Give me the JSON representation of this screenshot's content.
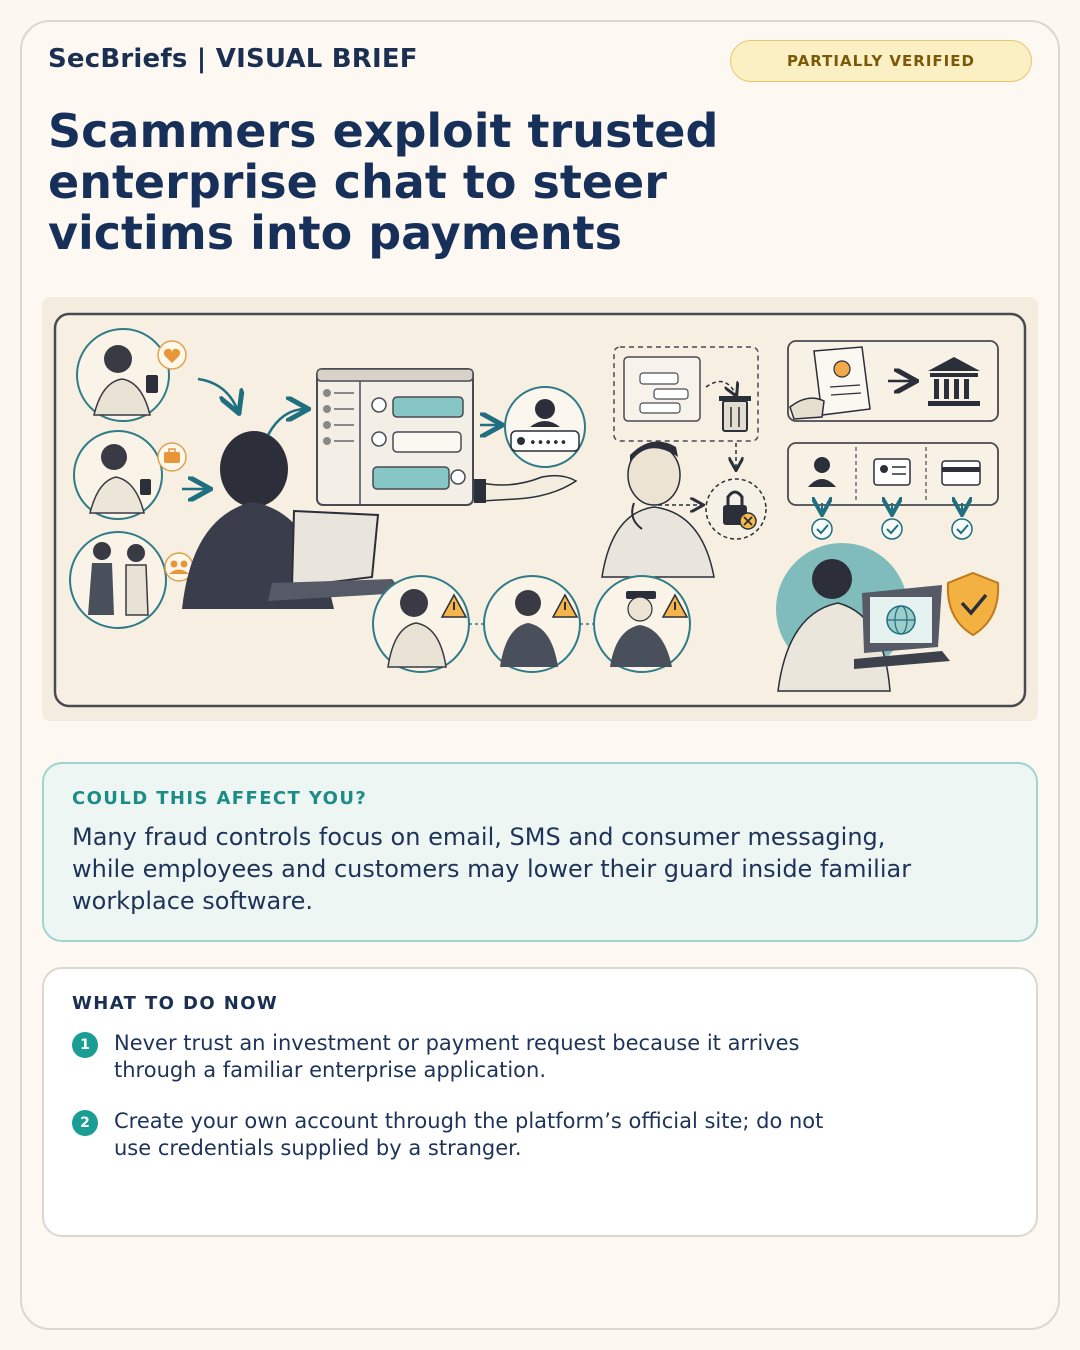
{
  "header": {
    "brand": "SecBriefs | VISUAL BRIEF",
    "status_badge": "PARTIALLY VERIFIED",
    "title": "Scammers exploit trusted enterprise chat to steer victims into payments"
  },
  "illustration": {
    "password_mask": "•••••",
    "icons": [
      "heart-icon",
      "briefcase-icon",
      "group-icon",
      "chat-window-icon",
      "user-icon",
      "trash-icon",
      "lock-icon",
      "document-icon",
      "bank-icon",
      "id-card-icon",
      "credit-card-icon",
      "check-icon",
      "warning-icon",
      "globe-icon",
      "shield-check-icon"
    ]
  },
  "affect": {
    "heading": "COULD THIS AFFECT YOU?",
    "body": "Many fraud controls focus on email, SMS and consumer messaging, while employees and customers may lower their guard inside familiar workplace software."
  },
  "todo": {
    "heading": "WHAT TO DO NOW",
    "steps": [
      {
        "number": "1",
        "text": "Never trust an investment or payment request because it arrives through a familiar enterprise application."
      },
      {
        "number": "2",
        "text": "Create your own account through the platform’s official site; do not use credentials supplied by a stranger."
      }
    ]
  },
  "colors": {
    "navy": "#17305a",
    "teal": "#1a9e94",
    "badge_bg": "#fbefc4",
    "badge_text": "#7a5a08",
    "card_bg": "#fdf9f2",
    "affect_bg": "#eef6f4"
  }
}
